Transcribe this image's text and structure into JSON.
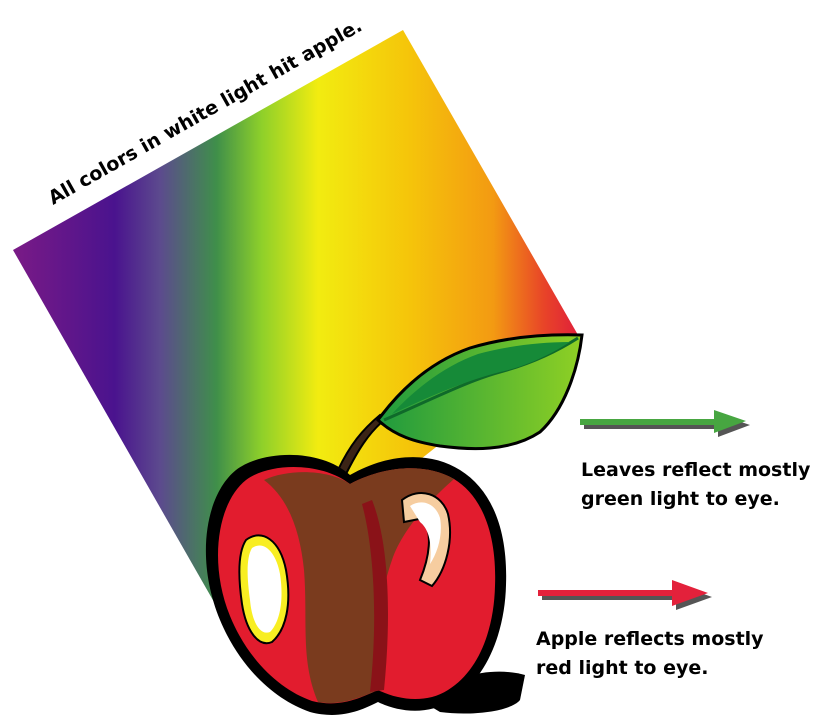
{
  "spectrum": {
    "caption": "All colors in white light hit apple.",
    "colors": [
      "#7a1a86",
      "#4a138e",
      "#5c4a8e",
      "#3f8f4a",
      "#8ed02a",
      "#f2ec10",
      "#f5c50a",
      "#f39a12",
      "#e84428",
      "#e0203a"
    ]
  },
  "leaf_note": {
    "line1": "Leaves reflect mostly",
    "line2": "green light to eye.",
    "arrow_color": "#47a641"
  },
  "apple_note": {
    "line1": "Apple reflects mostly",
    "line2": "red light to eye.",
    "arrow_color": "#e3213b"
  }
}
